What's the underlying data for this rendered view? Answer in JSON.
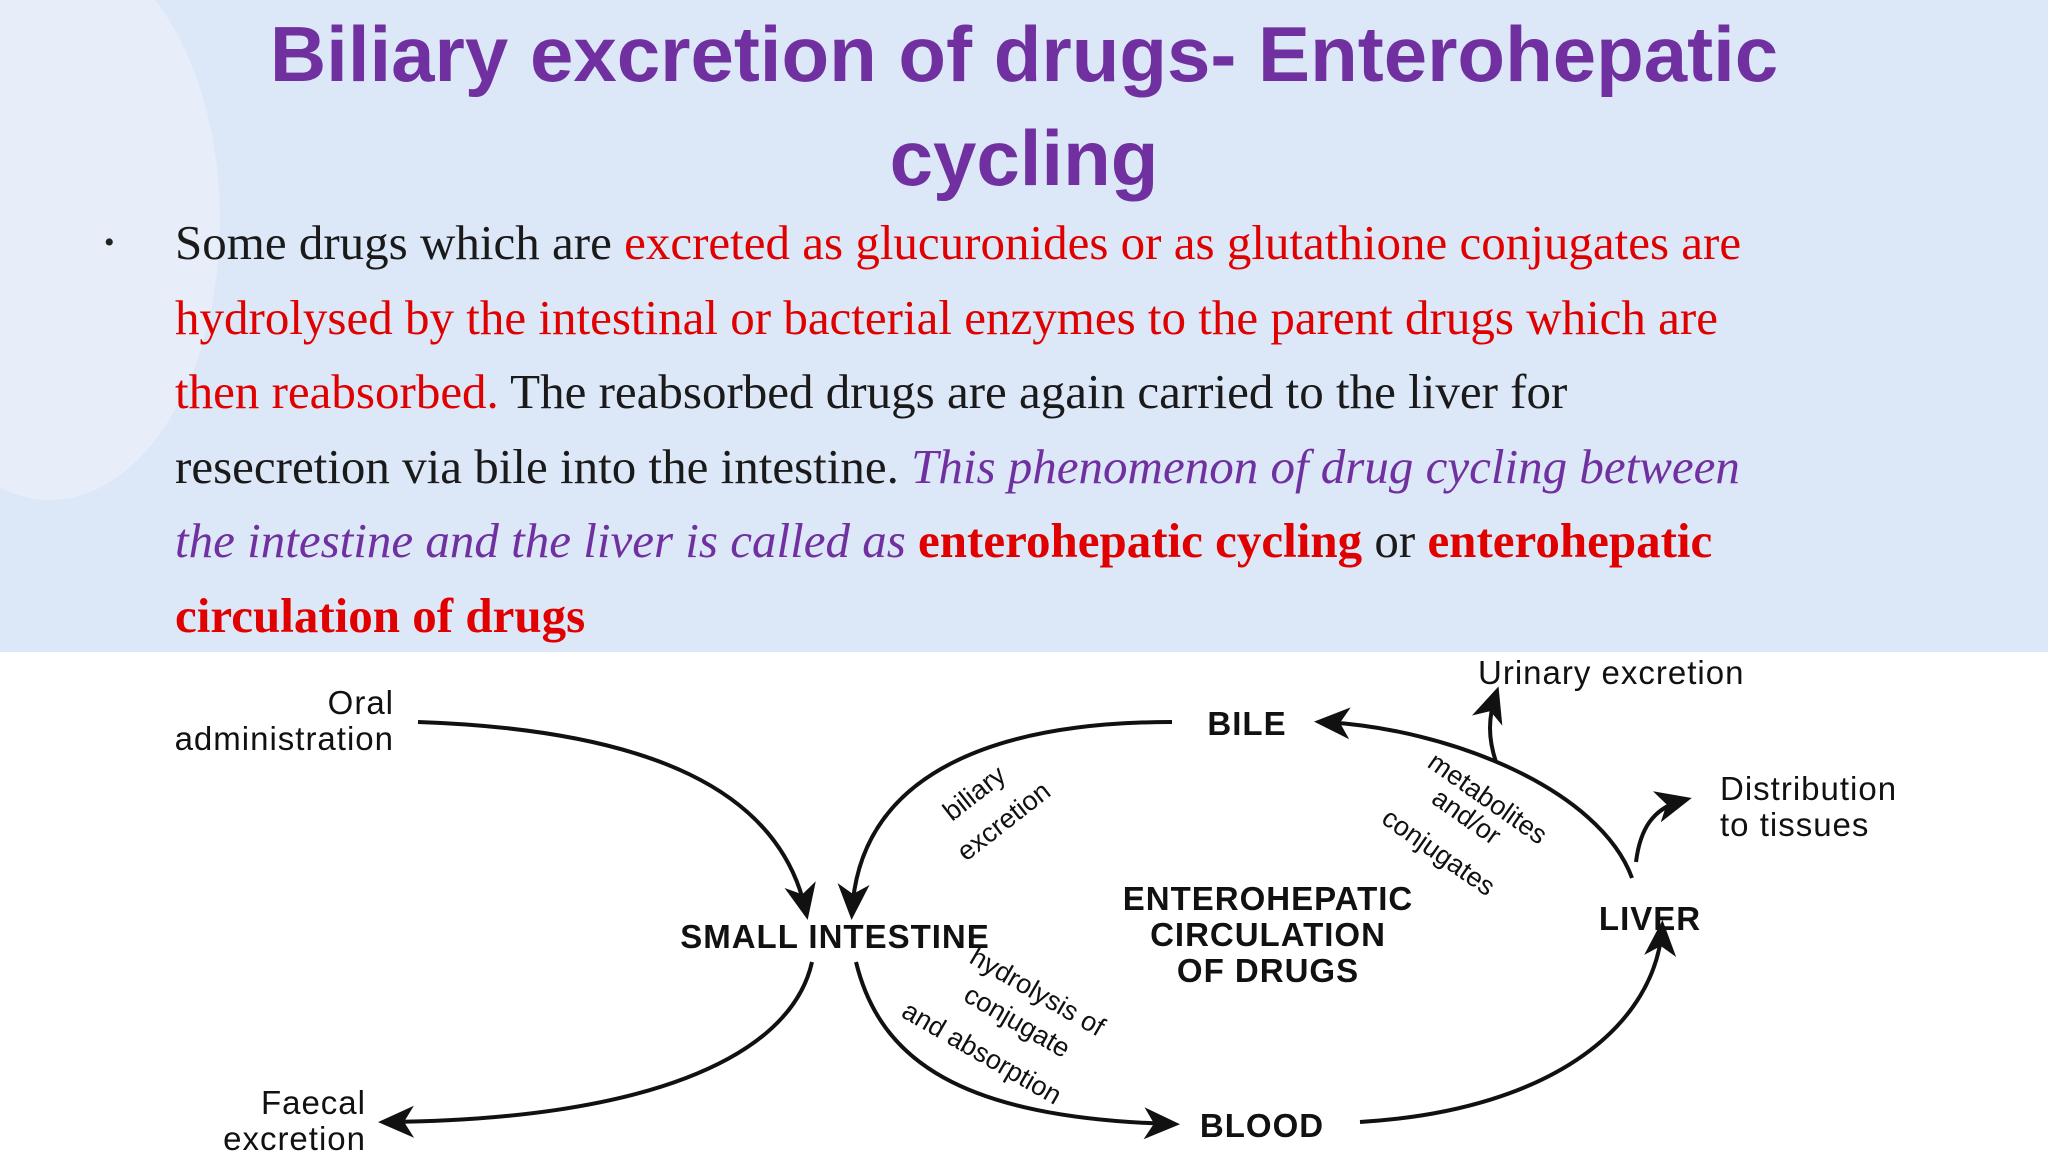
{
  "slide": {
    "title_line1": "Biliary excretion of drugs- Enterohepatic",
    "title_line2": "cycling",
    "bullet": "•",
    "paragraph": {
      "line1": {
        "a": "Some drugs which are ",
        "b": "excreted as glucuronides or as glutathione conjugates are"
      },
      "line2": {
        "a": "hydrolysed by the intestinal or bacterial enzymes to the parent drugs which are"
      },
      "line3": {
        "a": "then reabsorbed.",
        "b": " The reabsorbed drugs are again carried to the liver for"
      },
      "line4": {
        "a": "resecretion via bile into the intestine. ",
        "b": "This phenomenon of drug cycling between"
      },
      "line5": {
        "a": "the intestine and the liver is called as ",
        "b": "enterohepatic cycling",
        "c": " or ",
        "d": "enterohepatic"
      },
      "line6": {
        "a": "circulation of drugs"
      }
    },
    "colors": {
      "title": "#7030a0",
      "highlight_red": "#e00000",
      "italic_purple": "#7030a0",
      "text": "#1a1a1a"
    }
  },
  "diagram": {
    "oral_1": "Oral",
    "oral_2": "administration",
    "bile": "BILE",
    "urinary": "Urinary excretion",
    "distribution_1": "Distribution",
    "distribution_2": "to tissues",
    "biliary_1": "biliary",
    "biliary_2": "excretion",
    "metab_1": "metabolites",
    "metab_2": "and/or",
    "metab_3": "conjugates",
    "small_intestine": "SMALL INTESTINE",
    "center_1": "ENTEROHEPATIC",
    "center_2": "CIRCULATION",
    "center_3": "OF DRUGS",
    "liver": "LIVER",
    "hydro_1": "hydrolysis of",
    "hydro_2": "conjugate",
    "hydro_3": "and absorption",
    "faecal_1": "Faecal",
    "faecal_2": "excretion",
    "blood": "BLOOD"
  }
}
